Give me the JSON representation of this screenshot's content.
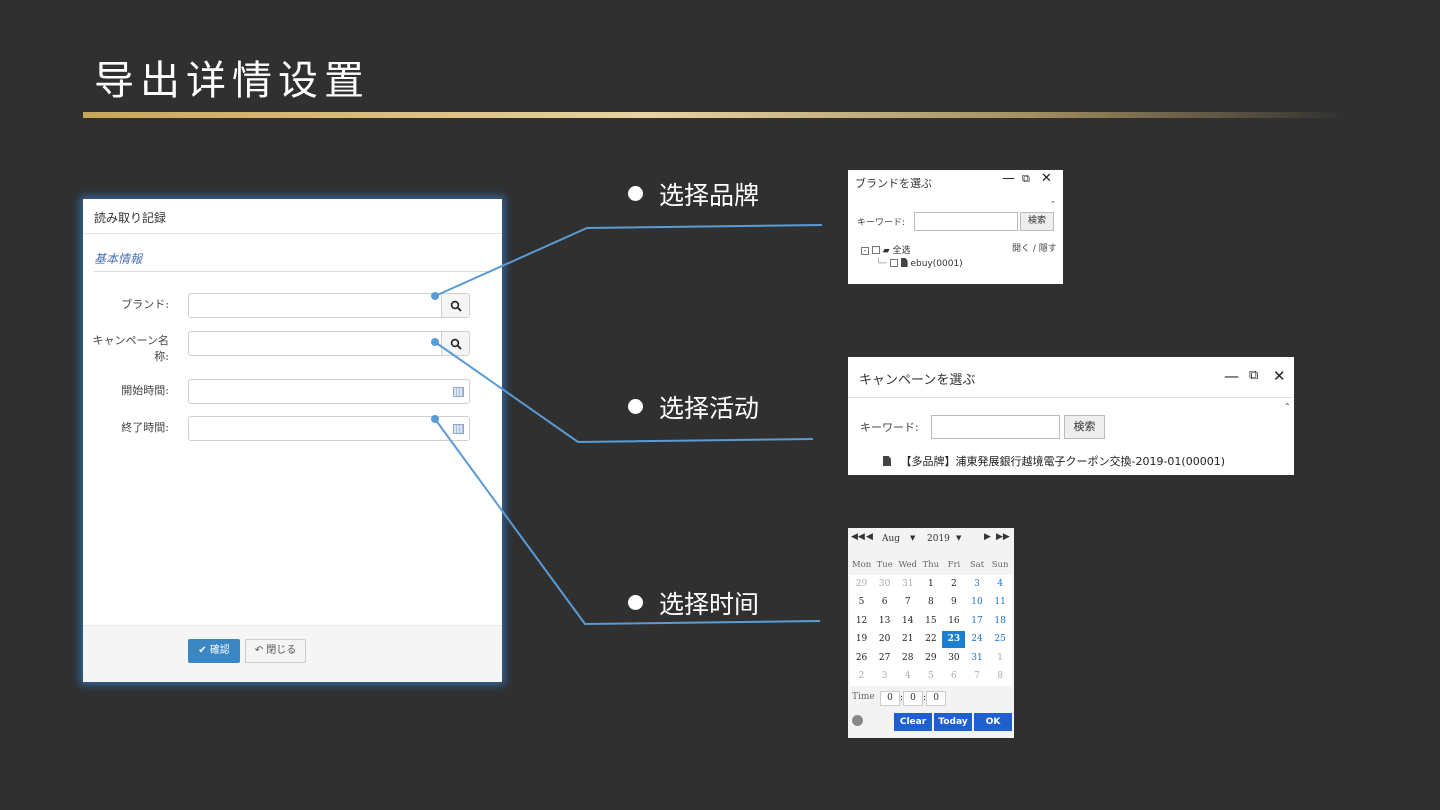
{
  "slide": {
    "title": "导出详情设置"
  },
  "form": {
    "header": "読み取り記録",
    "section": "基本情報",
    "fields": {
      "brand_label": "ブランド:",
      "campaign_label_line1": "キャンペーン名",
      "campaign_label_line2": "称:",
      "start_label": "開始時間:",
      "end_label": "終了時間:"
    },
    "confirm_label": "✔ 確認",
    "close_label": "↶ 閉じる"
  },
  "bullets": [
    "选择品牌",
    "选择活动",
    "选择时间"
  ],
  "brand_popup": {
    "title": "ブランドを選ぶ",
    "keyword_label": "キーワード:",
    "search_label": "検索",
    "toggle_label": "開く / 隠す",
    "root_label": "全选",
    "child_label": "ebuy(0001)"
  },
  "campaign_popup": {
    "title": "キャンペーンを選ぶ",
    "keyword_label": "キーワード:",
    "search_label": "検索",
    "item_label": "【多品牌】浦東発展銀行越境電子クーポン交換-2019-01(00001)"
  },
  "calendar": {
    "month": "Aug",
    "year": "2019",
    "weekdays": [
      "Mon",
      "Tue",
      "Wed",
      "Thu",
      "Fri",
      "Sat",
      "Sun"
    ],
    "weeks": [
      [
        "29",
        "30",
        "31",
        "1",
        "2",
        "3",
        "4"
      ],
      [
        "5",
        "6",
        "7",
        "8",
        "9",
        "10",
        "11"
      ],
      [
        "12",
        "13",
        "14",
        "15",
        "16",
        "17",
        "18"
      ],
      [
        "19",
        "20",
        "21",
        "22",
        "23",
        "24",
        "25"
      ],
      [
        "26",
        "27",
        "28",
        "29",
        "30",
        "31",
        "1"
      ],
      [
        "2",
        "3",
        "4",
        "5",
        "6",
        "7",
        "8"
      ]
    ],
    "selected_day": "23",
    "time_label": "Time",
    "hour": "0",
    "minute": "0",
    "second": "0",
    "clear_label": "Clear",
    "today_label": "Today",
    "ok_label": "OK",
    "accent_color": "#1a7fd0"
  },
  "colors": {
    "background": "#303030",
    "connector": "#5b9bd5",
    "panel_glow": "#3478be"
  }
}
